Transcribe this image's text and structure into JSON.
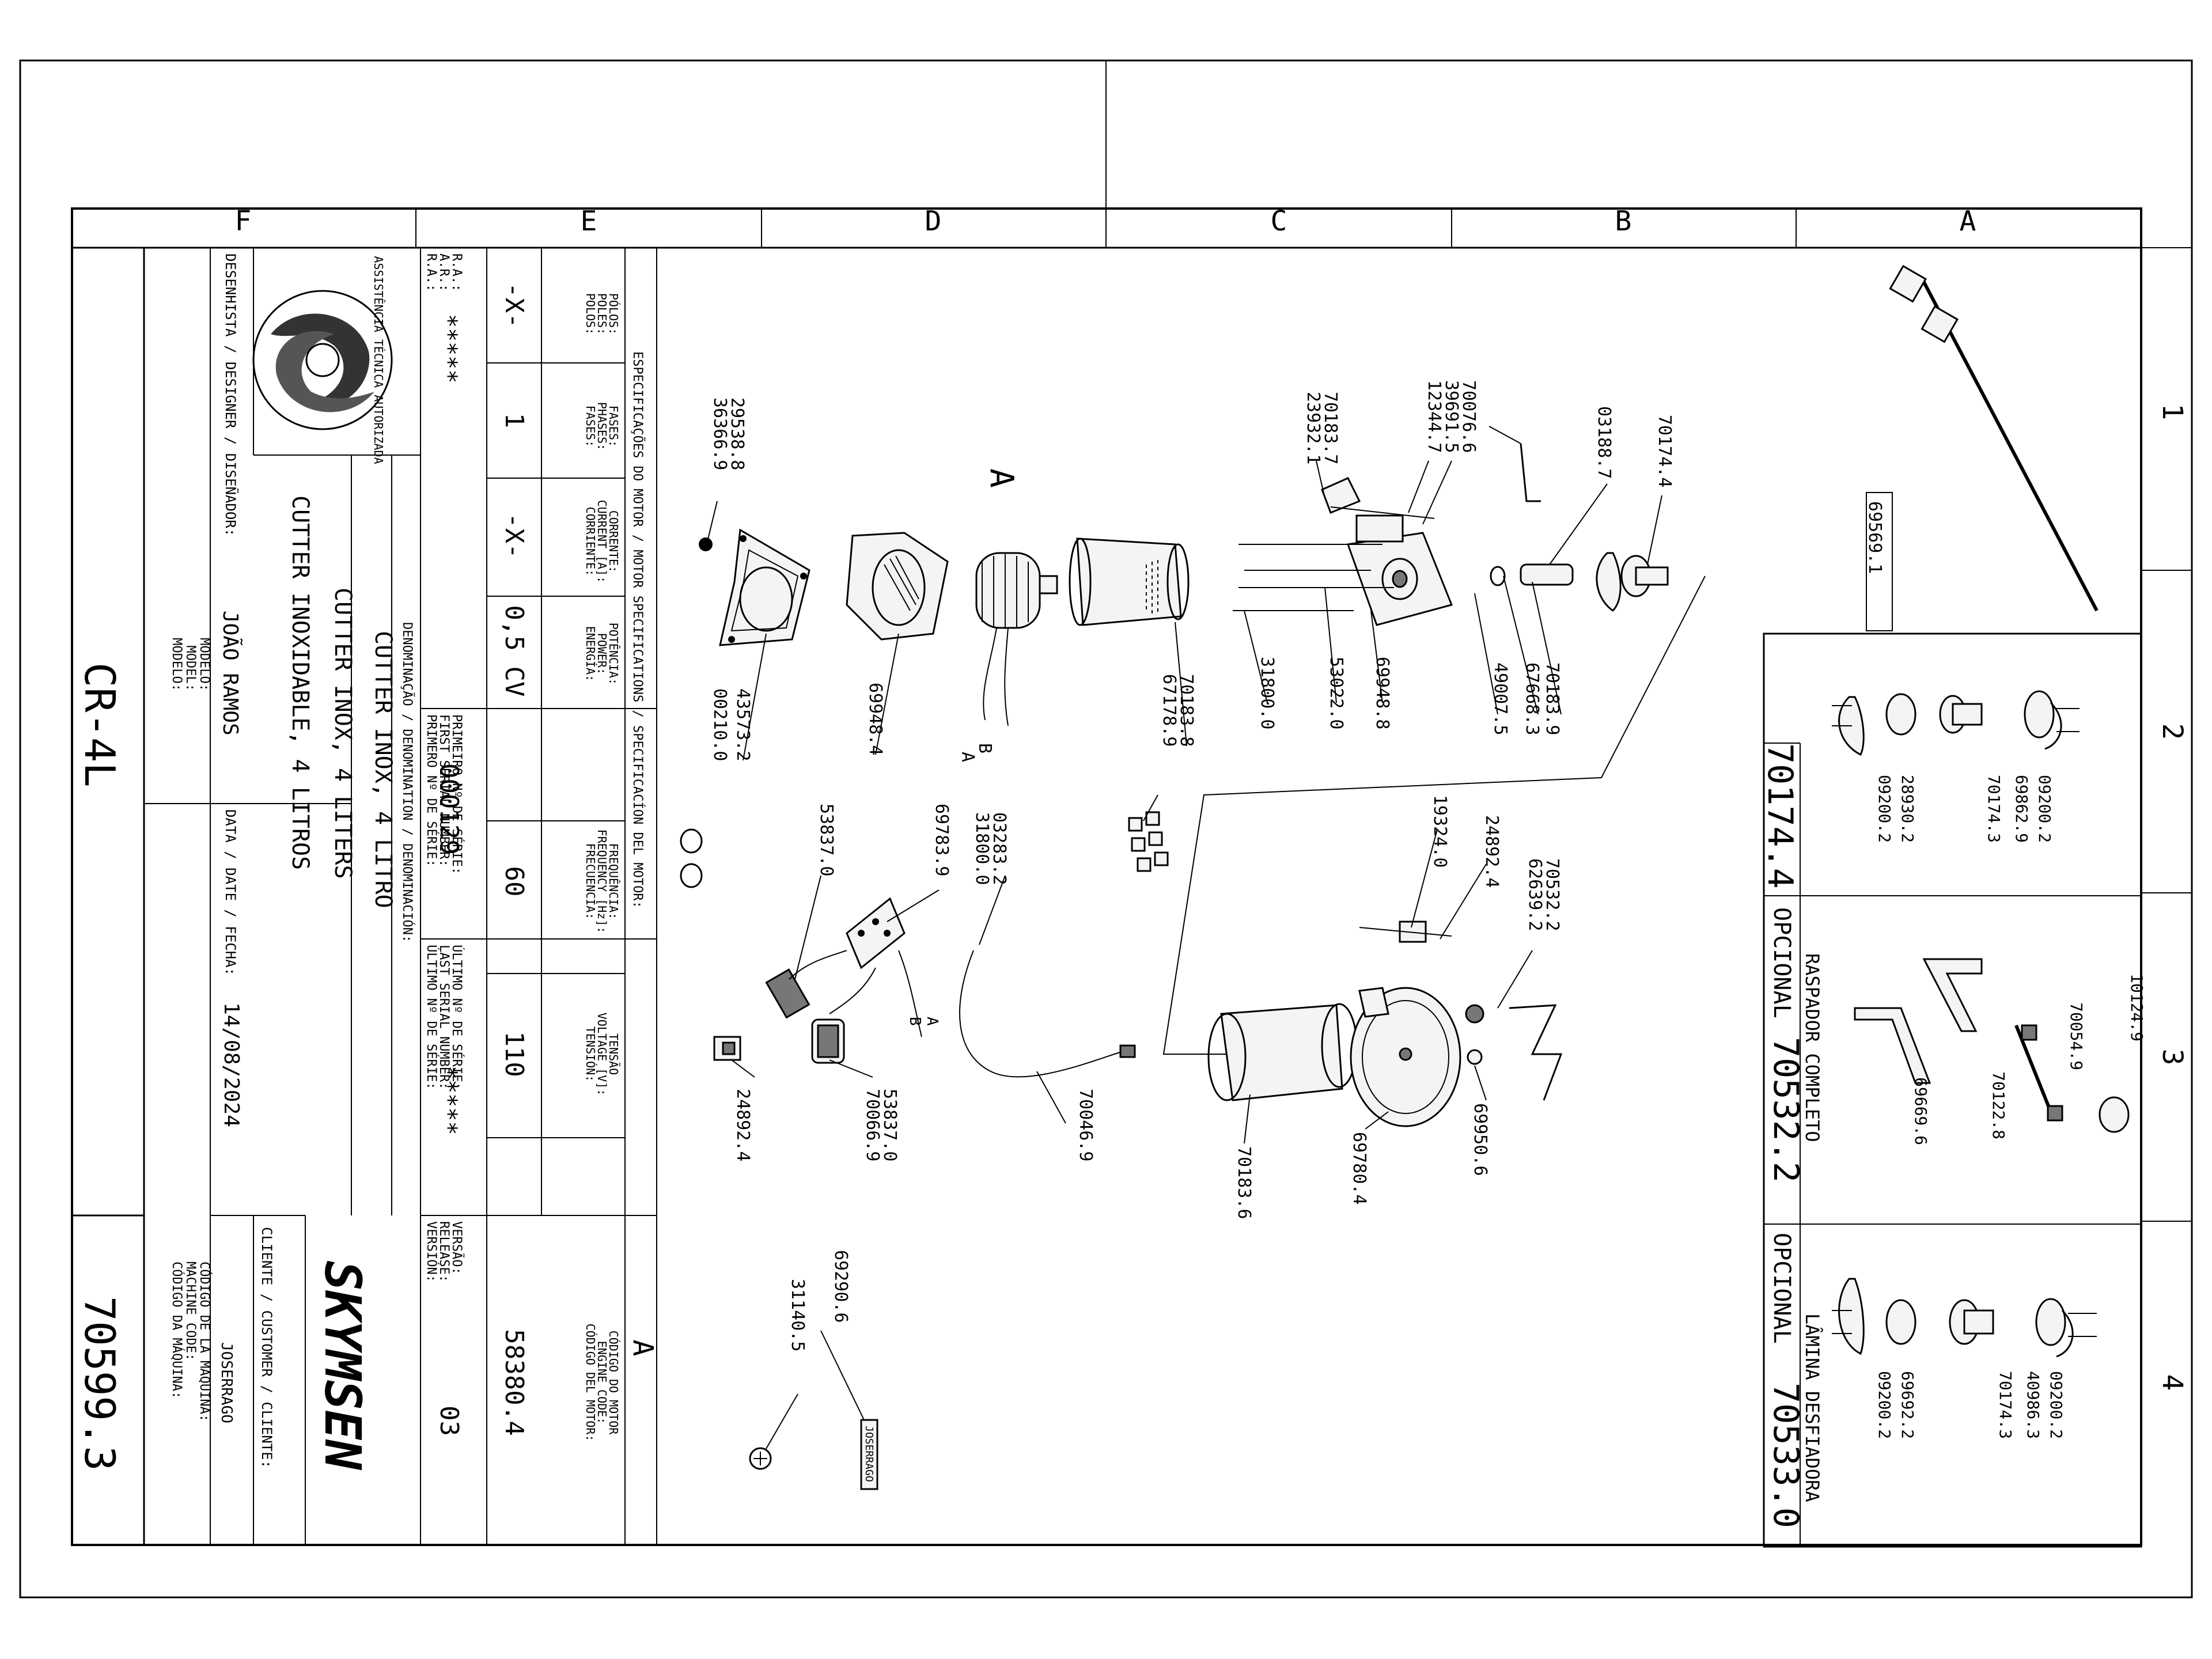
{
  "grid": {
    "columns": [
      "F",
      "E",
      "D",
      "C",
      "B",
      "A"
    ],
    "rows": [
      "1",
      "2",
      "3",
      "4"
    ]
  },
  "title_block": {
    "model_name": "CR-4L",
    "model_labels": [
      "MODELO:",
      "MODEL:",
      "MODELO:"
    ],
    "machine_code": "70599.3",
    "machine_code_labels": [
      "CÓDIGO DA MÁQUINA:",
      "MACHINE CODE:",
      "CÓDIGO DE LA MAQUINA:"
    ],
    "designer_label": "DESENHISTA / DESIGNER / DISEÑADOR:",
    "designer": "JOÃO RAMOS",
    "date_label": "DATA / DATE / FECHA:",
    "date": "14/08/2024",
    "customer_label": "CLIENTE / CUSTOMER / CLIENTE:",
    "customer": "JOSERRAGO",
    "logo_assist_text": "ASSISTÊNCIA TÉCNICA AUTORIZADA",
    "brand": "SKYMSEN",
    "denomination_lines": [
      "CUTTER INOX, 4 LITRO",
      "CUTTER INOX, 4 LITERS",
      "CUTTER INOXIDABLE, 4 LITROS"
    ],
    "denomination_label": "DENOMINAÇÃO / DENOMINATION / DENOMINACIÓN:",
    "ra_labels": [
      "R.A.:",
      "A.R.:",
      "R.A.:"
    ],
    "ra_value": "*****",
    "first_serial_labels": [
      "PRIMEIRO Nº DE SÉRIE:",
      "FIRST SERIAL NUMBER:",
      "PRIMERO Nº DE SÉRIE:"
    ],
    "first_serial": "000129",
    "last_serial_labels": [
      "ÚLTIMO Nº DE SÉRIE:",
      "LAST SERIAL NUMBER:",
      "ÚLTIMO Nº DE SÉRIE:"
    ],
    "last_serial": "*****",
    "version_labels": [
      "VERSÃO:",
      "RELEASE:",
      "VERSIÓN:"
    ],
    "version": "03",
    "motor_spec_title": "ESPECIFICAÇÕES DO MOTOR / MOTOR SPECIFICATIONS / SPECIFICACÍON DEL MOTOR:",
    "motor_specs": [
      {
        "labels": [
          "PÓLOS:",
          "POLES:",
          "POLOS:"
        ],
        "value": "-X-"
      },
      {
        "labels": [
          "FASES:",
          "PHASES:",
          "FASES:"
        ],
        "value": "1"
      },
      {
        "labels": [
          "CORRENTE:",
          "CURRENT [A]:",
          "CORRIENTE:"
        ],
        "value": "-X-"
      },
      {
        "labels": [
          "POTÊNCIA:",
          "POWER:",
          "ENERGÍA:"
        ],
        "value": "0,5 CV"
      },
      {
        "labels": [
          "FREQUÊNCIA:",
          "FREQUENCY [Hz]:",
          "FRECUENCIA:"
        ],
        "value": "60"
      },
      {
        "labels": [
          "TENSÃO",
          "VOLTAGE [V]:",
          "TENSIÓN:"
        ],
        "value": "110"
      }
    ],
    "engine_code_labels": [
      "CÓDIGO DO MOTOR",
      "ENGINE CODE:",
      "CÓDIGO DEL MOTOR:"
    ],
    "engine_ref": "A",
    "engine_code": "58380.4"
  },
  "drawing": {
    "detail_ref": "A",
    "wire_labels": [
      "B",
      "A"
    ],
    "parts_left": [
      "36366.9",
      "29538.8",
      "43573.2",
      "00210.0",
      "69948.4",
      "70183.8",
      "67178.9"
    ],
    "parts_motor": [
      "70183.7",
      "23932.1",
      "70076.6",
      "39691.5",
      "12344.7",
      "03188.7",
      "70174.4",
      "31800.0",
      "53022.0",
      "69948.8",
      "49007.5",
      "67668.3",
      "70183.9"
    ],
    "parts_electric": [
      "53837.0",
      "69783.9",
      "31800.0",
      "03283.2",
      "24892.4",
      "70066.9",
      "53837.0",
      "70046.9"
    ],
    "parts_bowl": [
      "19324.0",
      "24892.4",
      "70532.2",
      "62639.2",
      "70183.6",
      "69780.4",
      "69950.6"
    ],
    "parts_label": [
      "69290.6",
      "31140.5"
    ],
    "label_sticker_text": "JOSERRAGO"
  },
  "options": {
    "rod_part": "69569.1",
    "standard_blade": {
      "code": "70174.4",
      "title": "OPCIONAL",
      "parts": [
        "09200.2",
        "28930.2",
        "70174.3",
        "69862.9",
        "09200.2"
      ]
    },
    "scraper": {
      "title": "RASPADOR COMPLETO",
      "opcional": "OPCIONAL",
      "code": "70532.2",
      "parts": [
        "10124.9",
        "70054.9",
        "69669.6",
        "70122.8"
      ]
    },
    "shredder": {
      "title": "LÂMINA DESFIADORA",
      "opcional": "OPCIONAL",
      "code": "70533.0",
      "parts": [
        "09200.2",
        "69692.2",
        "70174.3",
        "40986.3",
        "09200.2"
      ]
    }
  }
}
